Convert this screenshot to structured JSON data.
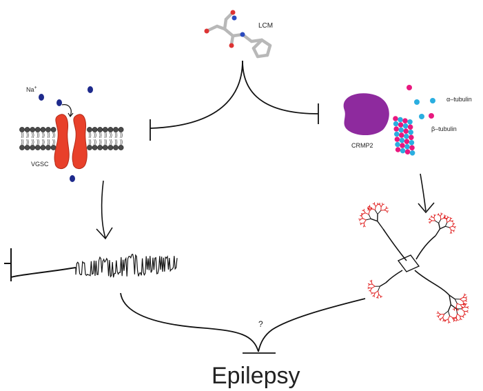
{
  "labels": {
    "drug": "LCM",
    "sodium": "Na",
    "sodium_charge": "+",
    "channel": "VGSC",
    "protein": "CRMP2",
    "alpha_tubulin": "α–tubulin",
    "beta_tubulin": "β–tubulin",
    "unknown_link": "?",
    "outcome": "Epilepsy"
  },
  "colors": {
    "sodium_ion": "#1e2a8c",
    "channel": "#e8402a",
    "membrane_head": "#4a4a4a",
    "crmp2": "#8e2a9e",
    "alpha_tubulin": "#2aaee0",
    "beta_tubulin": "#e8197f",
    "neuron_body": "#111111",
    "neuron_dendrite_tips": "#e02020",
    "trace": "#111111"
  },
  "icons": {
    "drug_structure": "lacosamide-molecule-icon",
    "channel": "sodium-channel-icon",
    "protein": "crmp2-blob-icon",
    "microtubule": "microtubule-icon",
    "trace": "eeg-trace-icon",
    "neuron": "neuron-icon"
  }
}
